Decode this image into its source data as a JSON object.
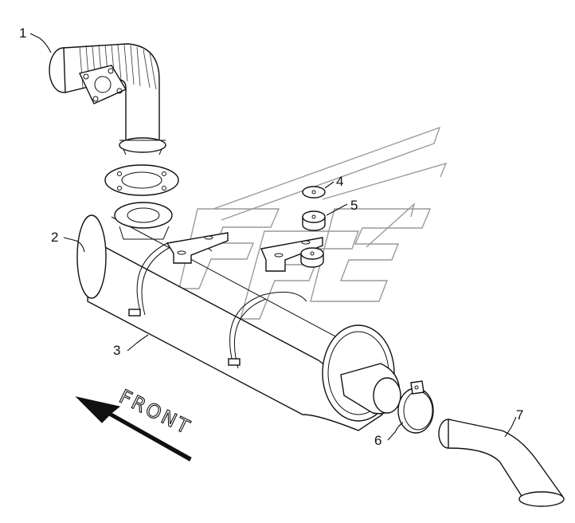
{
  "callouts": [
    {
      "id": "1",
      "label": "1"
    },
    {
      "id": "2",
      "label": "2"
    },
    {
      "id": "3",
      "label": "3"
    },
    {
      "id": "4",
      "label": "4"
    },
    {
      "id": "5",
      "label": "5"
    },
    {
      "id": "6",
      "label": "6"
    },
    {
      "id": "7",
      "label": "7"
    }
  ],
  "direction": {
    "label": "FRONT"
  },
  "colors": {
    "line": "#111111",
    "watermark": "#9a9a9a",
    "background": "#ffffff"
  }
}
